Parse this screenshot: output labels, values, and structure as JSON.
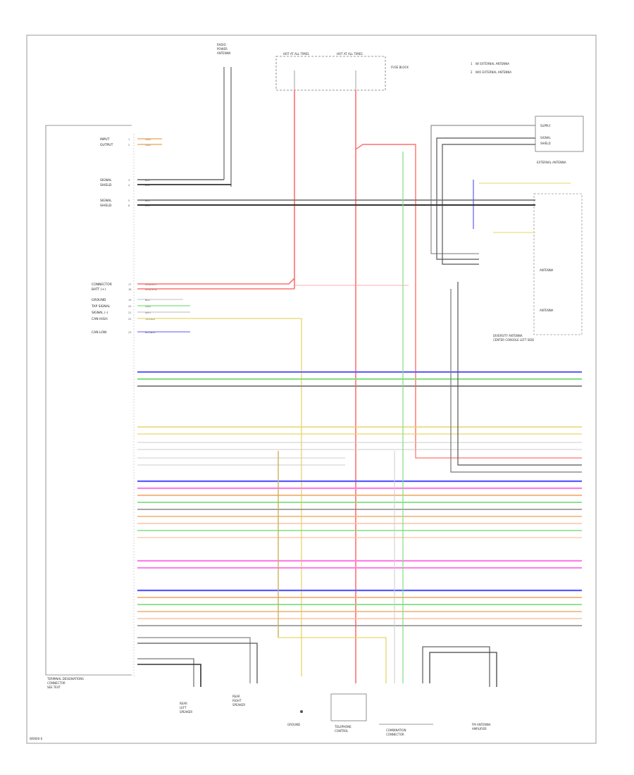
{
  "footer": {
    "code": "W0000-0"
  },
  "legend": [
    {
      "num": "1",
      "text": "W/ EXTERNAL ANTENNA"
    },
    {
      "num": "2",
      "text": "W/O EXTERNAL ANTENNA"
    }
  ],
  "top_components": {
    "radio_antenna": [
      "RADIO",
      "POWER",
      "ANTENNA"
    ],
    "fuse_block": "FUSE BLOCK",
    "hot_all": [
      "HOT AT",
      "ALL TIMES"
    ]
  },
  "left_labels": [
    {
      "pin": "1",
      "label": "INPUT",
      "wire": "GRN"
    },
    {
      "pin": "2",
      "label": "OUTPUT",
      "wire": "GRN"
    },
    {
      "pin": "3",
      "label": "SIGNAL",
      "wire": "BLU"
    },
    {
      "pin": "4",
      "label": "SHIELD",
      "wire": "BLK"
    },
    {
      "pin": "5",
      "label": "SIGNAL",
      "wire": "BLK"
    },
    {
      "pin": "6",
      "label": "SHIELD",
      "wire": "BLK"
    },
    {
      "pin": "17",
      "label": "CONNECTOR",
      "wire": "RED/WHT"
    },
    {
      "pin": "18",
      "label": "BATT (+)",
      "wire": "RED/GRN"
    },
    {
      "pin": "19",
      "label": "GROUND",
      "wire": "BLK"
    },
    {
      "pin": "20",
      "label": "TAP SIGNAL",
      "wire": "GRN"
    },
    {
      "pin": "21",
      "label": "SIGNAL (-)",
      "wire": "WHT"
    },
    {
      "pin": "22",
      "label": "CAN HIGH",
      "wire": "YEL/BLU"
    },
    {
      "pin": "23",
      "label": "CAN LOW",
      "wire": "BLU/BLK"
    }
  ],
  "right_components": {
    "external_antenna": "EXTERNAL ANTENNA",
    "antenna_module": [
      "DIVERSITY ANTENNA",
      "CENTER CONSOLE LEFT SIDE"
    ],
    "antenna_lbls": [
      "SUPPLY",
      "SIGNAL",
      "SHIELD",
      "ANTENNA"
    ]
  },
  "bottom_components": [
    {
      "id": "rear_left",
      "text": [
        "REAR",
        "LEFT",
        "SPEAKER"
      ]
    },
    {
      "id": "rear_right",
      "text": [
        "REAR",
        "RIGHT",
        "SPEAKER"
      ]
    },
    {
      "id": "ground",
      "text": [
        "GROUND"
      ]
    },
    {
      "id": "telephone",
      "text": [
        "TELEPHONE",
        "CONTROL"
      ]
    },
    {
      "id": "combination",
      "text": [
        "COMBINATION",
        "CONNECTOR"
      ]
    },
    {
      "id": "fm_antenna",
      "text": [
        "FM ANTENNA",
        "AMPLIFIER"
      ]
    }
  ],
  "side_note": [
    "TERMINAL DESIGNATIONS",
    "CONNECTOR",
    "SEE TEXT"
  ],
  "colors": {
    "red": "#ff7070",
    "green": "#7ee07e",
    "blue": "#5a5aff",
    "yellow": "#e6d66a",
    "pink": "#ff7fe5",
    "orange": "#f0b070",
    "gray": "#888888",
    "black": "#333333"
  }
}
